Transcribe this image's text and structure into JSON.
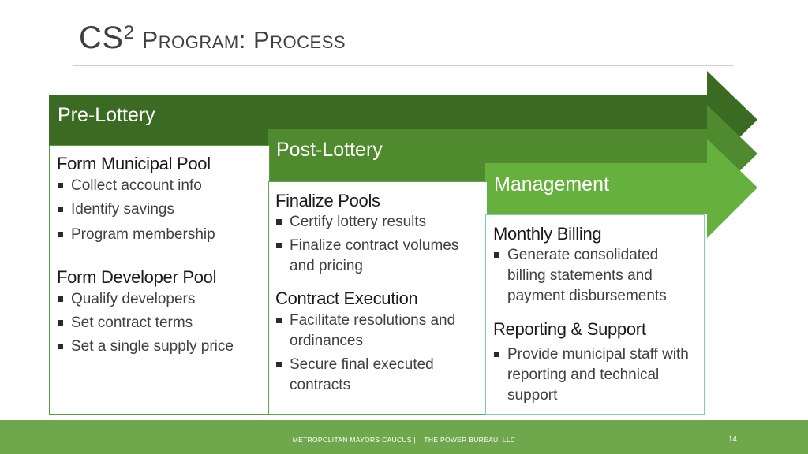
{
  "slide": {
    "title_main": "CS",
    "title_sup": "2",
    "title_rest": " Program: Process"
  },
  "bands": [
    {
      "label": "Pre-Lottery",
      "color": "#3b6b22"
    },
    {
      "label": "Post-Lottery",
      "color": "#4f8a2e"
    },
    {
      "label": "Management",
      "color": "#66b03e"
    }
  ],
  "columns": [
    {
      "sections": [
        {
          "heading": "Form Municipal Pool",
          "items": [
            "Collect account info",
            "Identify savings",
            "Program membership"
          ]
        },
        {
          "heading": "Form Developer Pool",
          "items": [
            "Qualify developers",
            "Set contract terms",
            "Set a single supply price"
          ]
        }
      ]
    },
    {
      "sections": [
        {
          "heading": "Finalize Pools",
          "items": [
            "Certify lottery results",
            "Finalize contract volumes and pricing"
          ]
        },
        {
          "heading": "Contract Execution",
          "items": [
            "Facilitate resolutions and ordinances",
            "Secure final executed contracts"
          ]
        }
      ]
    },
    {
      "sections": [
        {
          "heading": "Monthly Billing",
          "items": [
            "Generate consolidated billing statements and payment disbursements"
          ]
        },
        {
          "heading": "Reporting & Support",
          "items": [
            "Provide municipal staff with reporting and technical support"
          ]
        }
      ]
    }
  ],
  "footer": {
    "text": "METROPOLITAN MAYORS CAUCUS |    THE POWER BUREAU, LLC",
    "page_number": "14"
  }
}
